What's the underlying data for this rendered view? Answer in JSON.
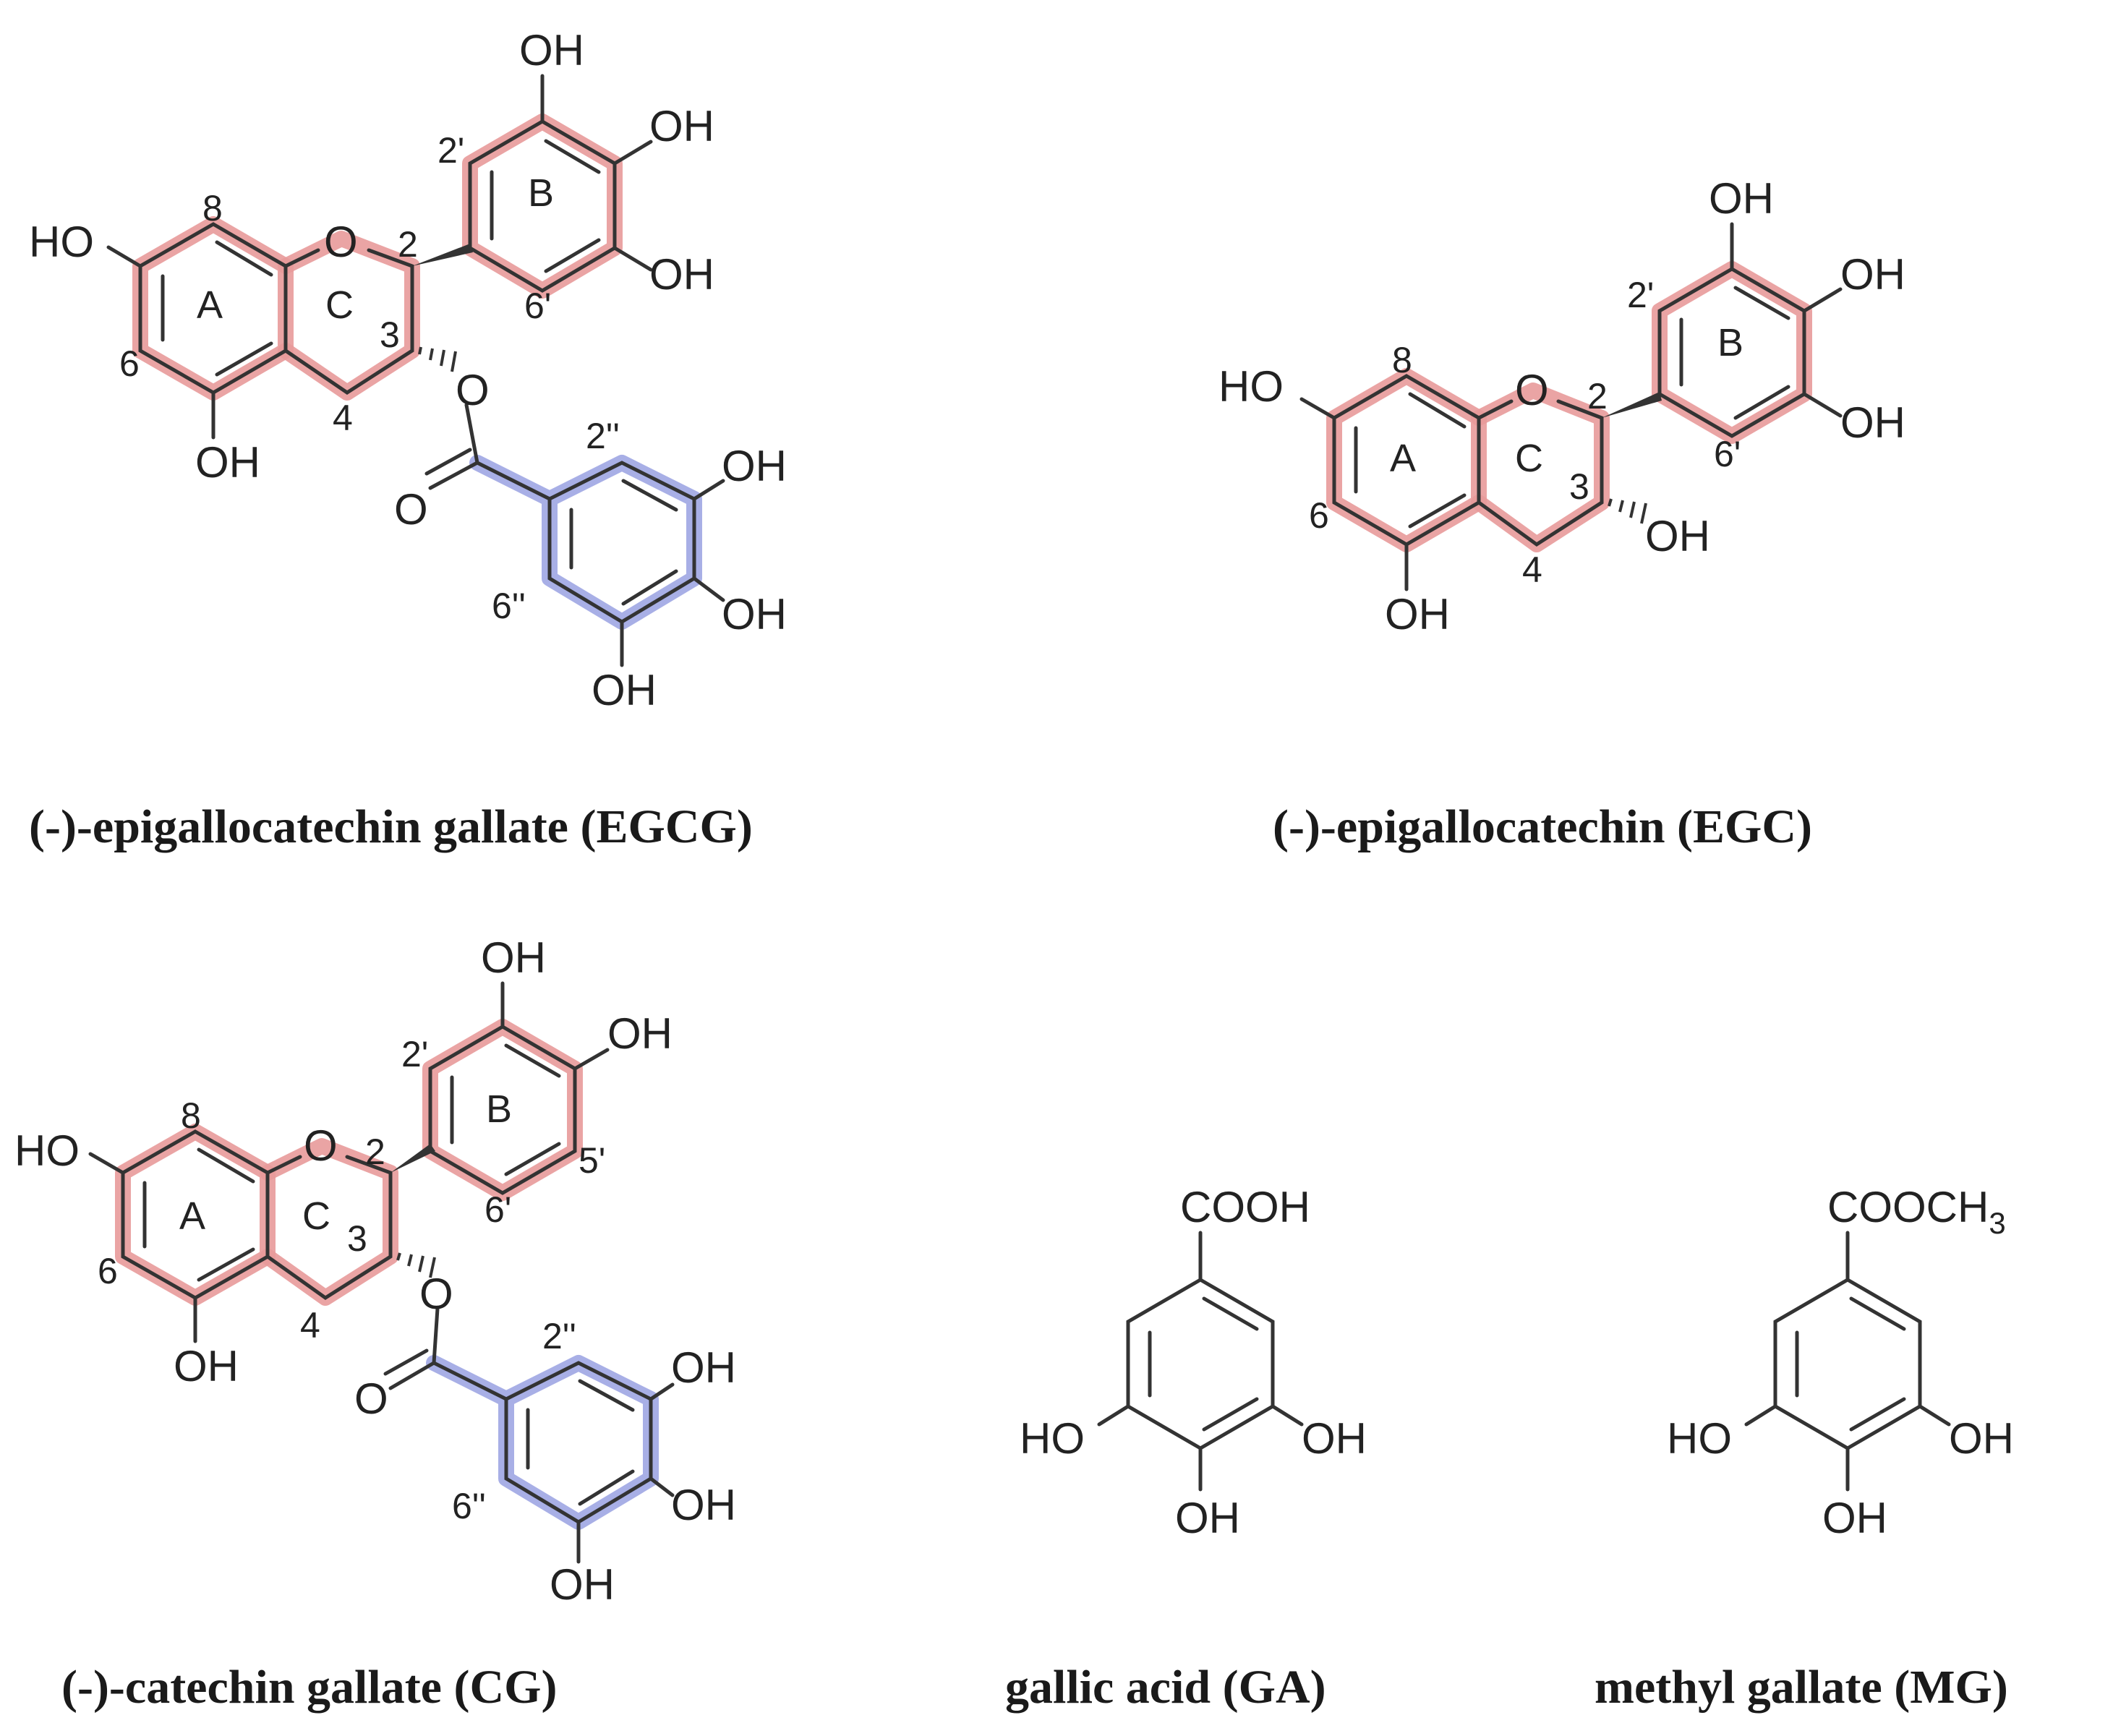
{
  "colors": {
    "highlight_flavan": "#e89a9a",
    "highlight_galloyl": "#9fa6e3",
    "bond": "#333333",
    "text": "#1a1a1a"
  },
  "compounds": {
    "egcg": {
      "caption": "(-)-epigallocatechin gallate (EGCG)",
      "ring_labels": [
        "A",
        "B",
        "C"
      ],
      "position_labels": [
        "8",
        "6",
        "2",
        "3",
        "4",
        "2'",
        "6'",
        "2''",
        "6''"
      ],
      "atoms": {
        "o_ring": "O",
        "o_ester": "O",
        "o_carbonyl": "O",
        "oh": "OH",
        "ho": "HO"
      }
    },
    "egc": {
      "caption": "(-)-epigallocatechin (EGC)",
      "ring_labels": [
        "A",
        "B",
        "C"
      ],
      "position_labels": [
        "8",
        "6",
        "2",
        "3",
        "4",
        "2'",
        "6'"
      ],
      "atoms": {
        "o_ring": "O",
        "oh": "OH",
        "ho": "HO"
      }
    },
    "cg": {
      "caption": "(-)-catechin gallate (CG)",
      "ring_labels": [
        "A",
        "B",
        "C"
      ],
      "position_labels": [
        "8",
        "6",
        "2",
        "3",
        "4",
        "2'",
        "5'",
        "6'",
        "2''",
        "6''"
      ],
      "atoms": {
        "o_ring": "O",
        "o_ester": "O",
        "o_carbonyl": "O",
        "oh": "OH",
        "ho": "HO"
      }
    },
    "ga": {
      "caption": "gallic acid (GA)",
      "top_group": "COOH",
      "atoms": {
        "oh": "OH",
        "ho": "HO"
      }
    },
    "mg": {
      "caption": "methyl gallate (MG)",
      "top_group_main": "COOCH",
      "top_group_sub": "3",
      "atoms": {
        "oh": "OH",
        "ho": "HO"
      }
    }
  }
}
